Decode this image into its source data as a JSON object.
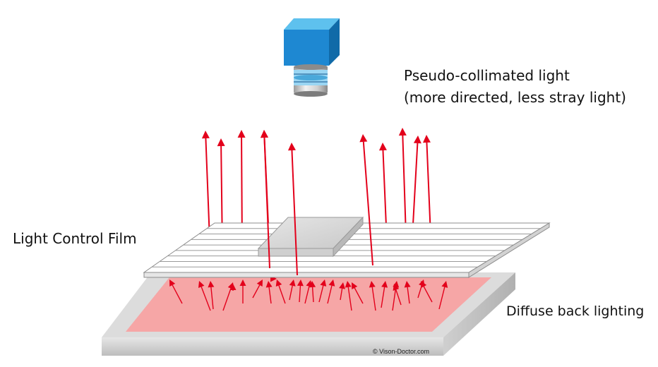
{
  "labels": {
    "collimated_line1": "Pseudo-collimated light",
    "collimated_line2": "(more directed, less stray light)",
    "film": "Light Control Film",
    "backlight": "Diffuse back lighting",
    "copyright": "© Vison-Doctor.com"
  },
  "colors": {
    "arrow": "#e3001b",
    "camera_body": "#1e88d2",
    "camera_top": "#5ec1ee",
    "camera_side": "#106aa8",
    "backlight_surface": "#f6a6a6",
    "film_lines": "#9a9a9a"
  },
  "icons": {
    "camera": "camera-icon"
  }
}
